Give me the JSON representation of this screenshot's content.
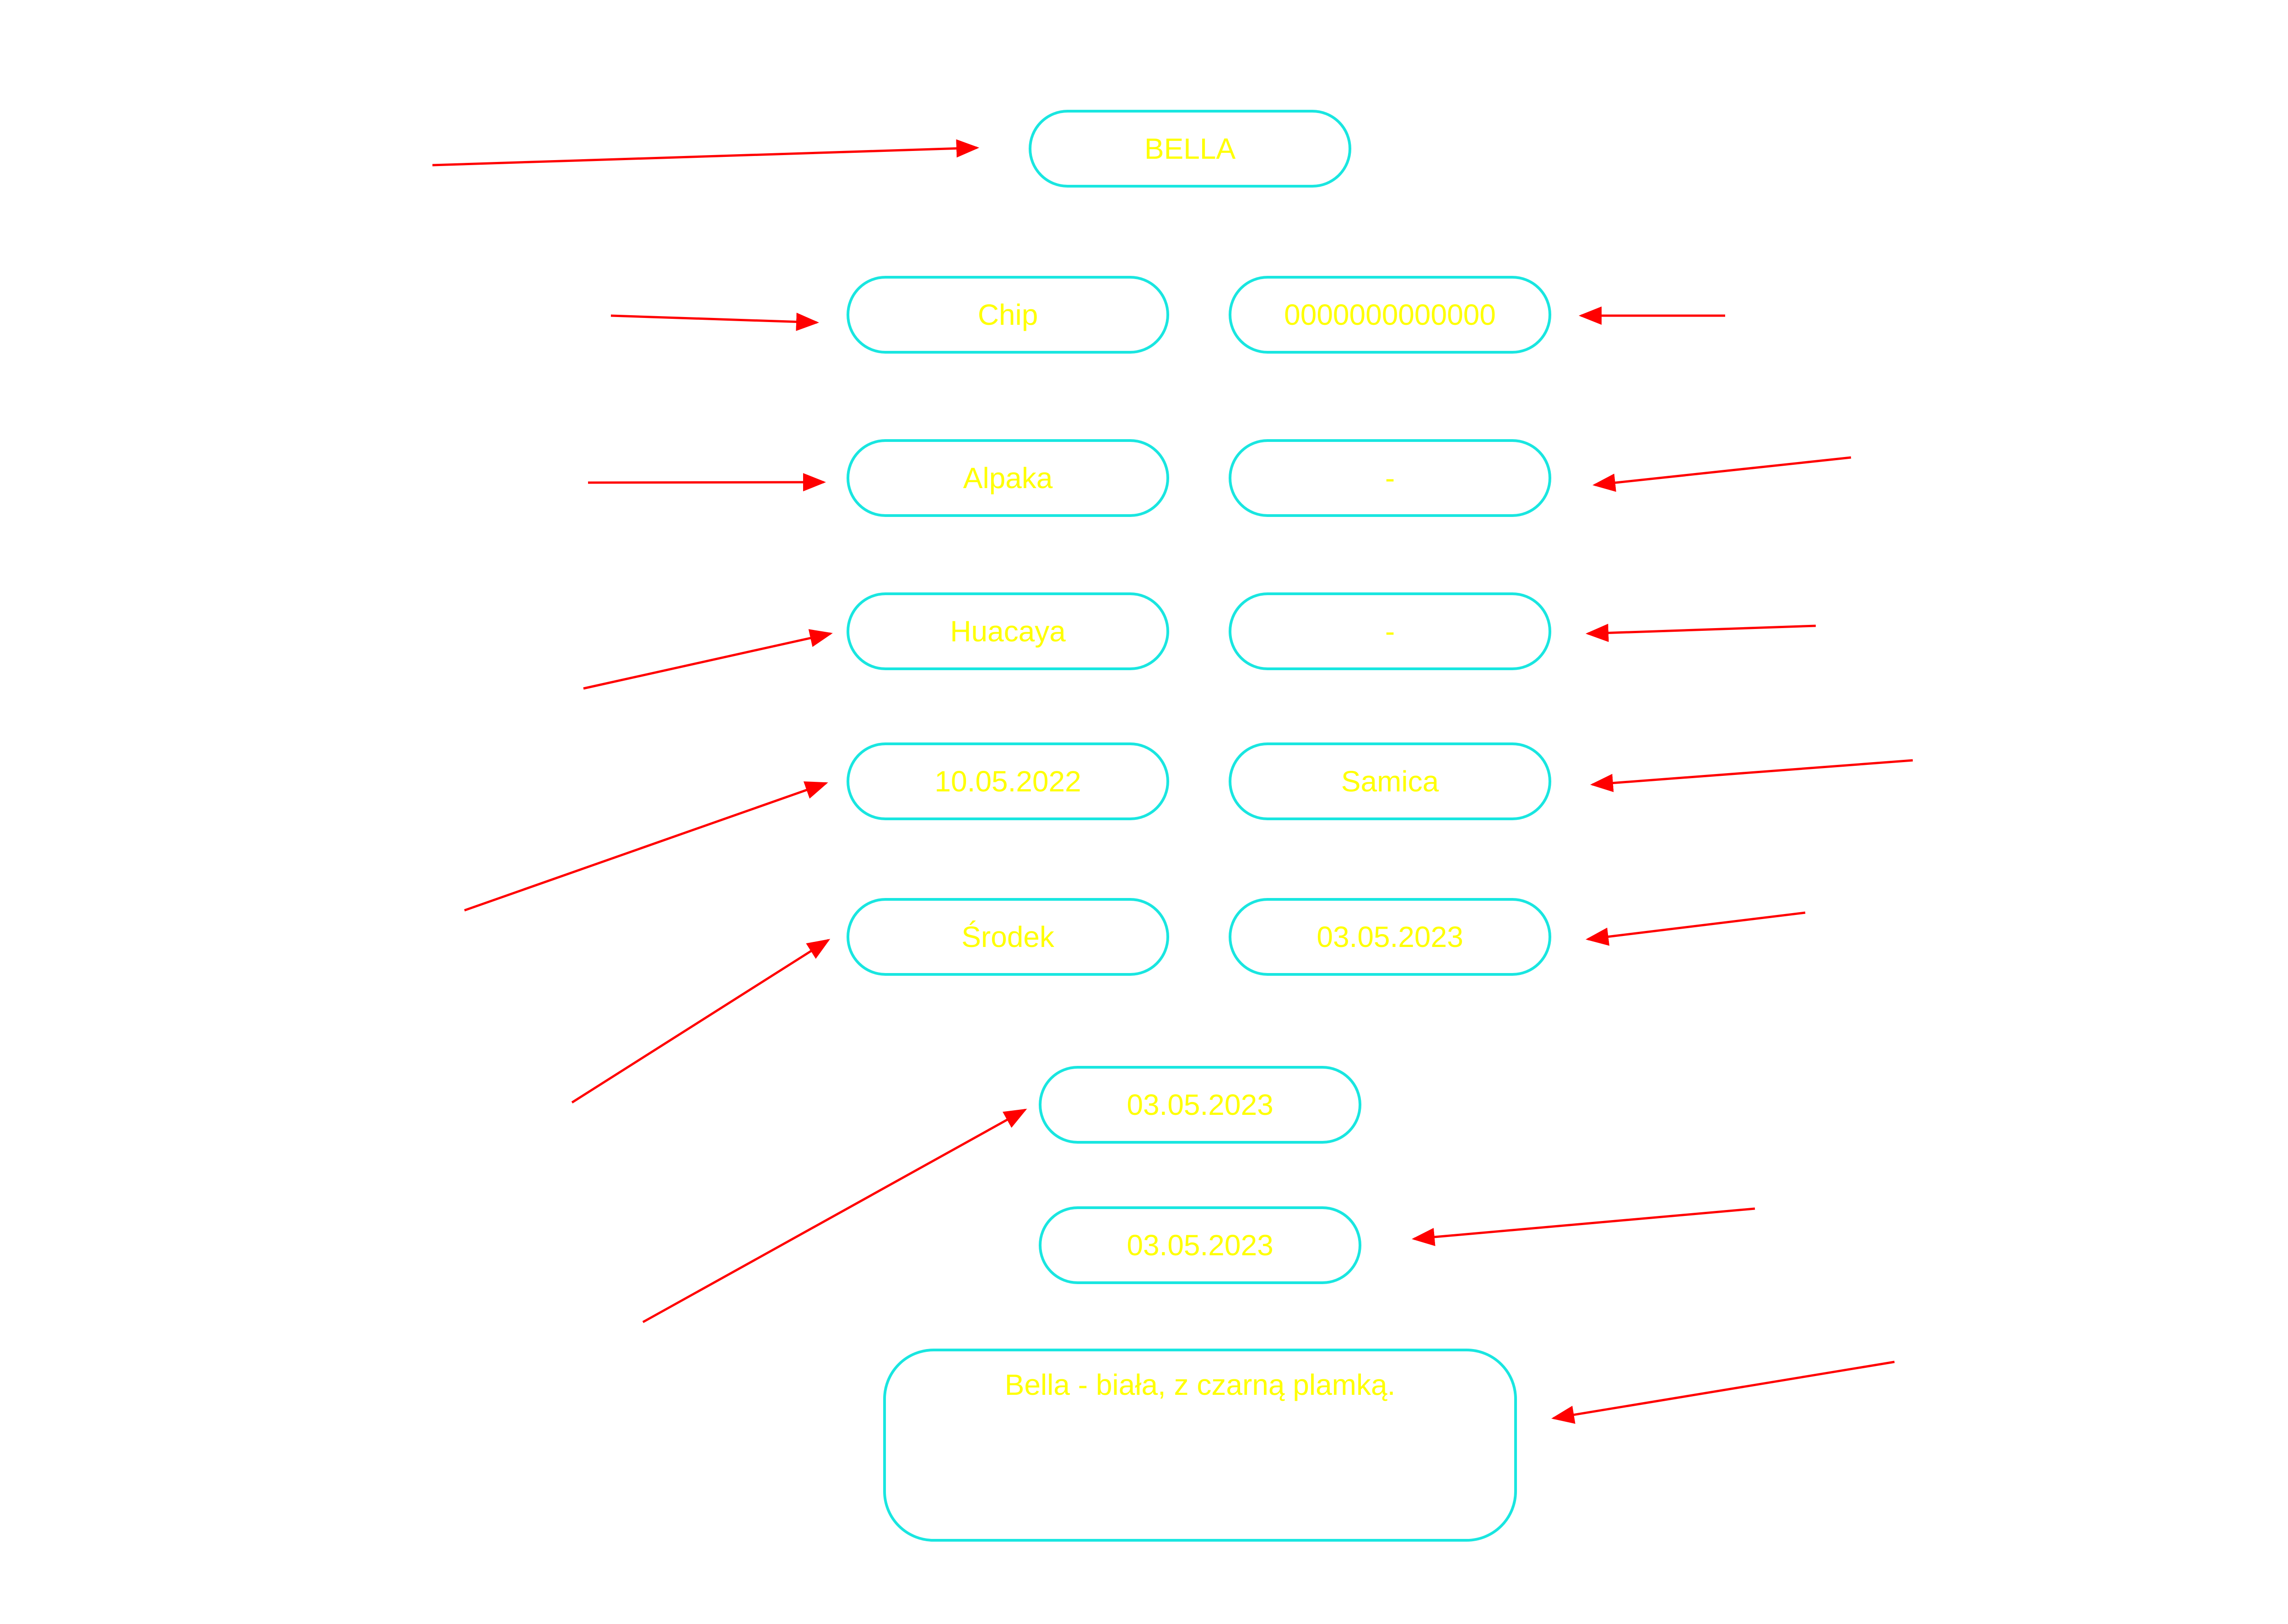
{
  "colors": {
    "field_border": "#19e6e0",
    "field_text": "#ffff00",
    "arrow": "#ff0000",
    "background": "#ffffff"
  },
  "fields": {
    "name": "BELLA",
    "chip_label": "Chip",
    "chip_number": "0000000000000",
    "species": "Alpaka",
    "species_extra": "-",
    "breed": "Huacaya",
    "breed_extra": "-",
    "birth_date": "10.05.2022",
    "sex": "Samica",
    "location": "Środek",
    "date_right": "03.05.2023",
    "date_lower_1": "03.05.2023",
    "date_lower_2": "03.05.2023",
    "notes": "Bella - biała, z czarną plamką."
  }
}
